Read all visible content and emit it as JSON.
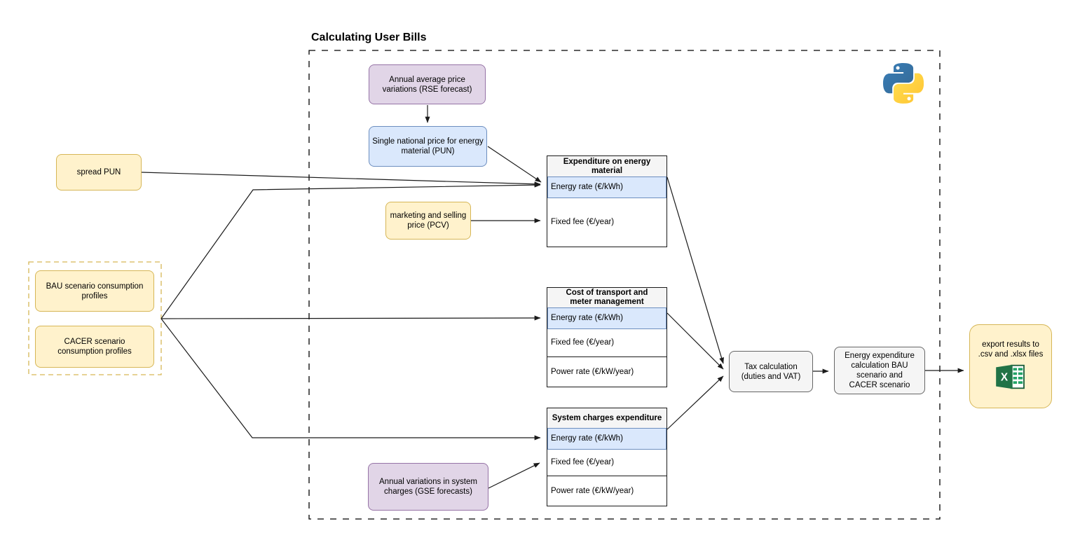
{
  "title": "Calculating User Bills",
  "nodes": {
    "rse": {
      "label": "Annual average price variations (RSE forecast)"
    },
    "pun": {
      "label": "Single national price for energy material (PUN)"
    },
    "spread_pun": {
      "label": "spread PUN"
    },
    "pcv": {
      "label": "marketing and selling price (PCV)"
    },
    "bau": {
      "label": "BAU scenario consumption profiles"
    },
    "cacer": {
      "label": "CACER scenario consumption profiles"
    },
    "gse": {
      "label": "Annual variations in system charges (GSE forecasts)"
    },
    "tax": {
      "label": "Tax calculation (duties and VAT)"
    },
    "energy_expenditure": {
      "label": "Energy expenditure calculation BAU scenario and CACER scenario"
    },
    "export": {
      "label": "export results to .csv and .xlsx files"
    }
  },
  "tables": [
    {
      "title": "Expenditure on energy material",
      "rows": [
        {
          "label": "Energy rate (€/kWh)",
          "highlighted": true
        },
        {
          "label": "Fixed fee (€/year)",
          "highlighted": false
        }
      ]
    },
    {
      "title": "Cost of transport and meter management",
      "rows": [
        {
          "label": "Energy rate (€/kWh)",
          "highlighted": true
        },
        {
          "label": "Fixed fee (€/year)",
          "highlighted": false
        },
        {
          "label": "Power rate (€/kW/year)",
          "highlighted": false
        }
      ]
    },
    {
      "title": "System charges expenditure",
      "rows": [
        {
          "label": "Energy rate (€/kWh)",
          "highlighted": true
        },
        {
          "label": "Fixed fee (€/year)",
          "highlighted": false
        },
        {
          "label": "Power rate (€/kW/year)",
          "highlighted": false
        }
      ]
    }
  ],
  "icons": {
    "python": "python-logo",
    "excel": "excel-spreadsheet-icon"
  },
  "colors": {
    "yellow_fill": "#FFF2CC",
    "yellow_stroke": "#D6B656",
    "purple_fill": "#E1D5E7",
    "purple_stroke": "#9673A6",
    "blue_fill": "#DAE8FC",
    "blue_stroke": "#6C8EBF",
    "gray_fill": "#F5F5F5",
    "gray_stroke": "#666666",
    "python_blue": "#366994",
    "python_yellow": "#FFD43B",
    "excel_green": "#217346"
  }
}
